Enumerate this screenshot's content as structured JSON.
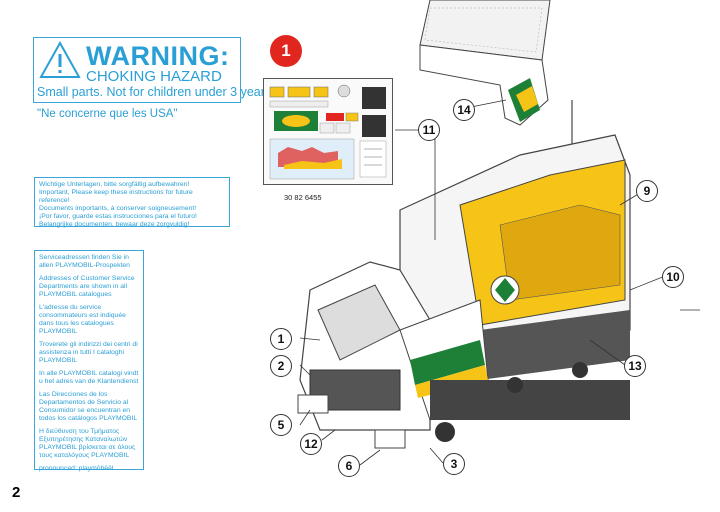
{
  "warning": {
    "title": "WARNING:",
    "subtitle": "CHOKING HAZARD",
    "small_parts": "Small parts. Not for children under 3 years.",
    "usa_note": "\"Ne concerne que les USA\""
  },
  "instructions_note": [
    "Wichtige Unterlagen, bitte sorgfältig aufbewahren!",
    "Important, Please keep these instructions for future reference!",
    "Documents importants, à conserver soigneusement!",
    "¡Por favor, guarde estas instrucciones para el futuro!",
    "Belangrijke documenten, bewaar deze zorgvuldig!"
  ],
  "service_addresses": [
    "Serviceadressen finden Sie in allen PLAYMOBIL-Prospekten",
    "Addresses of Customer Service Departments are shown in all PLAYMOBIL catalogues",
    "L'adresse du service consommateurs est indiquée dans tous les catalogues PLAYMOBIL",
    "Troverete gli indirizzi dei centri di assistenza in tutti I cataloghi PLAYMOBIL",
    "In alle PLAYMOBIL catalogi vindt u het adres van de Klantendienst",
    "Las Direcciones de los Departamentos de Servicio al Consumidor se encuentran en todos los catálogos PLAYMOBIL",
    "Η διεύθυνση του Τμήματος Εξυπηρέτησης Καταναλωτών PLAYMOBIL βρίσκεται σε όλους τους καταλόγους PLAYMOBIL",
    "pronounced: playmōbēēl"
  ],
  "step_number": "1",
  "part_code": "30 82 6455",
  "page_number": "2",
  "callouts": {
    "c1": "1",
    "c2": "2",
    "c3": "3",
    "c5": "5",
    "c6": "6",
    "c9": "9",
    "c10": "10",
    "c11": "11",
    "c12": "12",
    "c13": "13",
    "c14": "14"
  },
  "colors": {
    "accent_blue": "#2a9fd6",
    "step_red": "#e0261f",
    "truck_yellow": "#f6c416",
    "truck_green": "#1e7f36"
  }
}
